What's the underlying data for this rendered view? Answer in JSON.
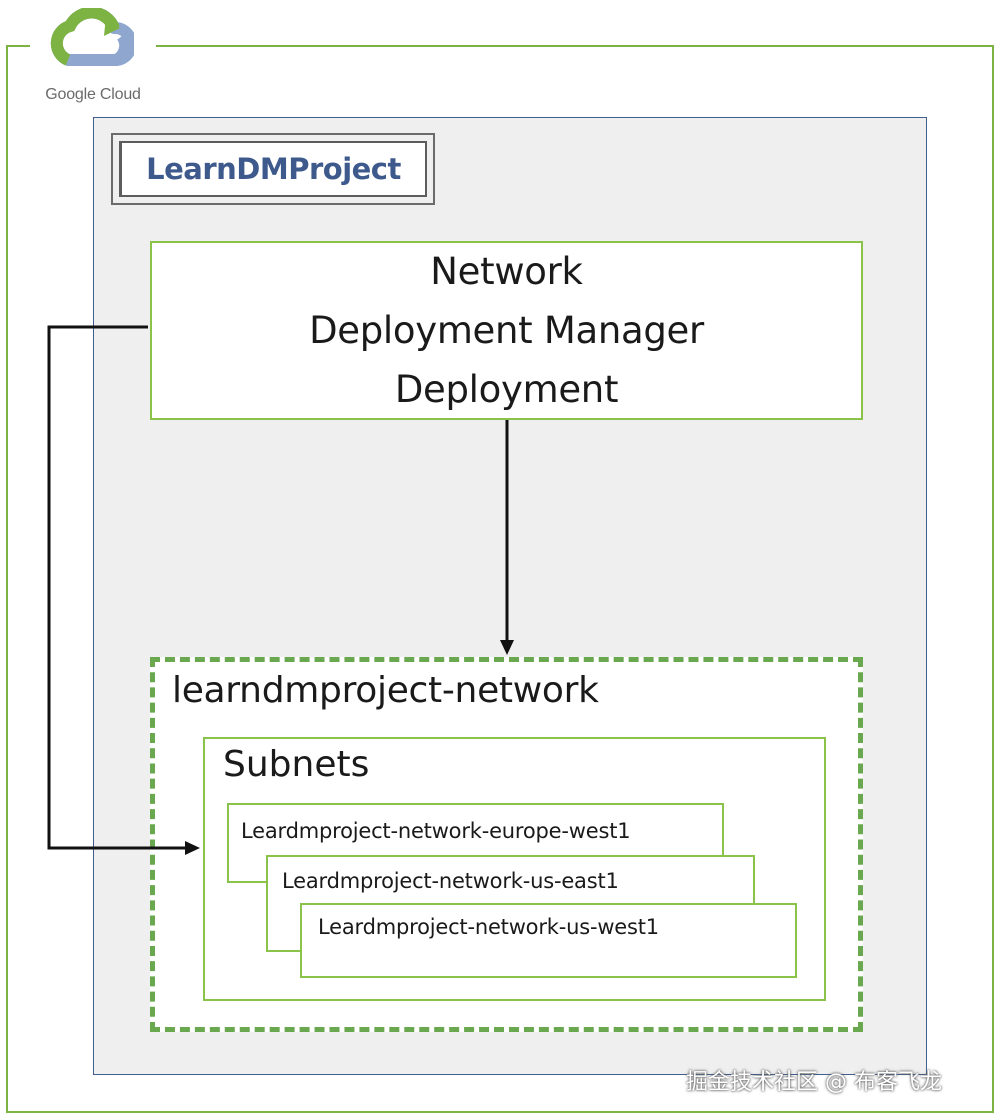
{
  "logo": {
    "text": "Google Cloud"
  },
  "project": {
    "name": "LearnDMProject"
  },
  "deployment": {
    "lines": [
      "Network",
      "Deployment Manager",
      "Deployment"
    ]
  },
  "network": {
    "name": "learndmproject-network",
    "subnets_title": "Subnets",
    "subnets": [
      "Leardmproject-network-europe-west1",
      "Leardmproject-network-us-east1",
      "Leardmproject-network-us-west1"
    ]
  },
  "watermark": "掘金技术社区 @ 布客飞龙",
  "colors": {
    "frame_green": "#7cb342",
    "project_border_blue": "#3f5f8f",
    "project_text_blue": "#3e5a8c",
    "dashed_green": "#6aa84f",
    "project_bg": "#efefef"
  },
  "icons": {
    "logo": "google-cloud-icon",
    "arrow": "arrow-head"
  }
}
